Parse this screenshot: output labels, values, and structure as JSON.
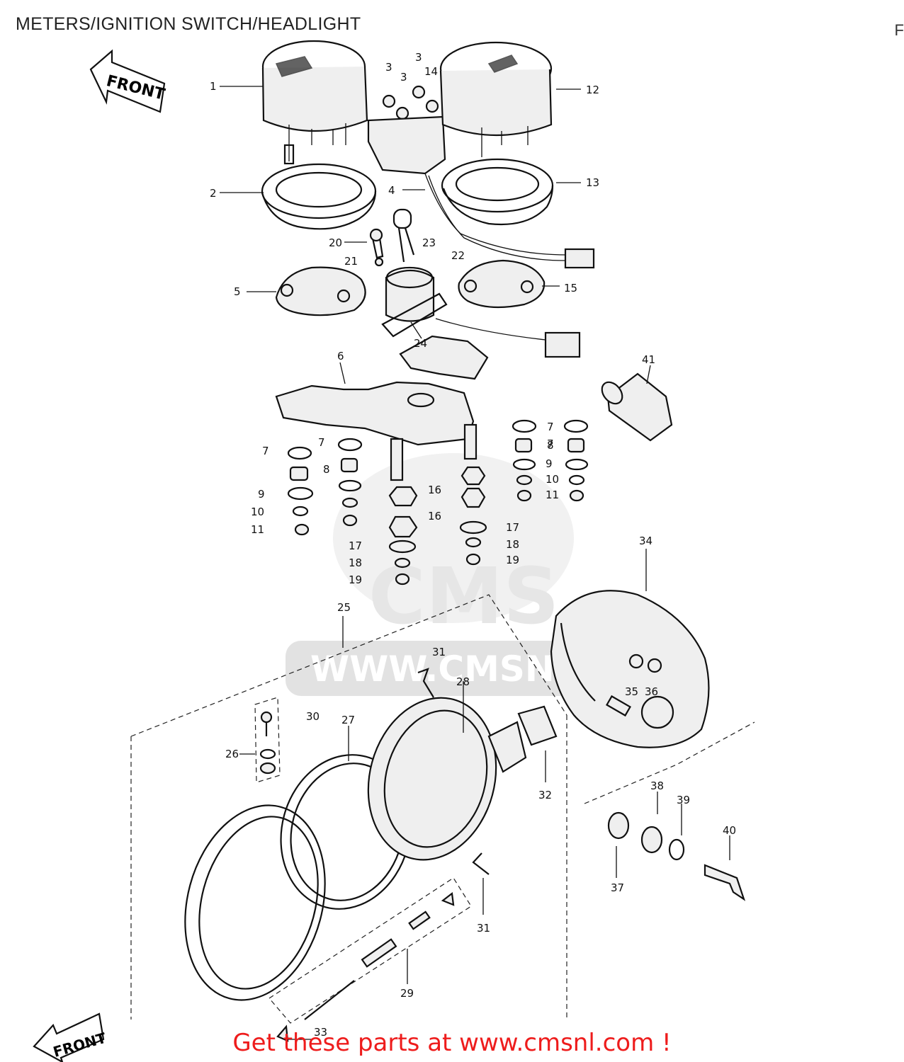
{
  "title": "METERS/IGNITION SWITCH/HEADLIGHT",
  "corner_mark": "F",
  "front_arrow_label": "FRONT",
  "watermark": {
    "logo_text": "CMS",
    "url_text": "WWW.CMSNL.COM"
  },
  "callouts": [
    "1",
    "2",
    "3",
    "3",
    "3",
    "14",
    "4",
    "12",
    "13",
    "20",
    "21",
    "23",
    "22",
    "5",
    "15",
    "24",
    "6",
    "41",
    "7",
    "7",
    "8",
    "9",
    "10",
    "11",
    "7",
    "7",
    "8",
    "9",
    "10",
    "11",
    "16",
    "16",
    "17",
    "18",
    "19",
    "17",
    "18",
    "19",
    "34",
    "25",
    "31",
    "28",
    "30",
    "27",
    "26",
    "35",
    "36",
    "32",
    "38",
    "39",
    "37",
    "40",
    "31",
    "29",
    "33"
  ],
  "footer_cta": "Get these parts at www.cmsnl.com !"
}
